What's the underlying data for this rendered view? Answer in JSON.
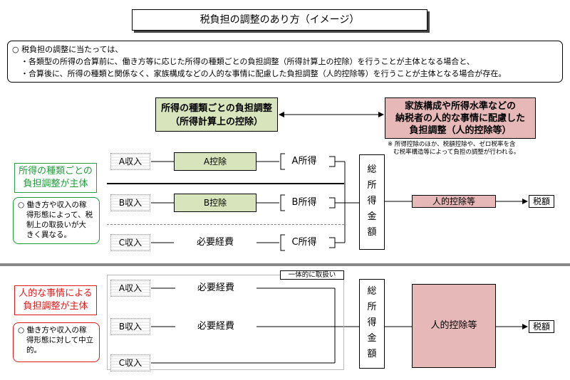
{
  "title": "税負担の調整のあり方（イメージ）",
  "intro": {
    "line1": "○ 税負担の調整に当たっては、",
    "line2": "・各類型の所得の合算前に、働き方等に応じた所得の種類ごとの負担調整（所得計算上の控除）を行うことが主体となる場合と、",
    "line3": "・合算後に、所得の種類と関係なく、家族構成などの人的な事情に配慮した負担調整（人的控除等）を行うことが主体となる場合が存在。"
  },
  "green_header": {
    "line1": "所得の種類ごとの負担調整",
    "line2": "（所得計算上の控除）"
  },
  "pink_header": {
    "line1": "家族構成や所得水準などの",
    "line2": "納税者の人的な事情に配慮した",
    "line3": "負担調整（人的控除等）"
  },
  "note": {
    "line1": "※ 所得控除のほか、税額控除や、ゼロ税率を含",
    "line2": "む税率構造等によって負担の調整が行われる。"
  },
  "upper": {
    "side_title": {
      "line1": "所得の種類ごとの",
      "line2": "負担調整が主体"
    },
    "side_note": {
      "line1": "○ 働き方や収入の稼",
      "line2": "得形態によって、税",
      "line3": "制上の取扱いが大",
      "line4": "きく異なる。"
    },
    "income_a": "A収入",
    "income_b": "B収入",
    "income_c": "C収入",
    "deduction_a": "A控除",
    "deduction_b": "B控除",
    "expense_c": "必要経費",
    "result_a": "A所得",
    "result_b": "B所得",
    "result_c": "C所得",
    "total": [
      "総",
      "所",
      "得",
      "金",
      "額"
    ],
    "personal": "人的控除等",
    "tax": "税額"
  },
  "lower": {
    "side_title": {
      "line1": "人的な事情による",
      "line2": "負担調整が主体"
    },
    "side_note": {
      "line1": "○ 働き方や収入の稼",
      "line2": "得形態に対して中立",
      "line3": "的。"
    },
    "tag": "一体的に取扱い",
    "income_a": "A収入",
    "income_b": "B収入",
    "income_c": "C収入",
    "expense_a": "必要経費",
    "expense_b": "必要経費",
    "total": [
      "総",
      "所",
      "得",
      "金",
      "額"
    ],
    "personal": "人的控除等",
    "tax": "税額"
  },
  "colors": {
    "green_fill": "#d8e4bc",
    "pink_fill": "#e6b8b7",
    "green_text": "#1e9c3a",
    "red_text": "#e01b1b"
  }
}
